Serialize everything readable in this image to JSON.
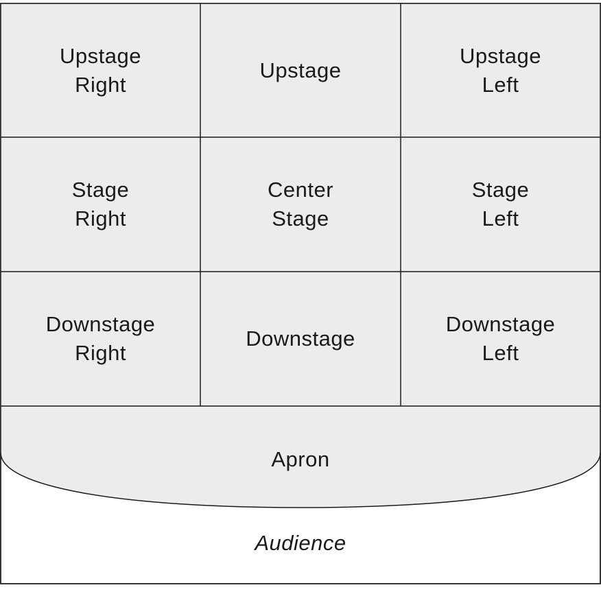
{
  "diagram": {
    "background_color": "#ffffff",
    "fill_color": "#ececec",
    "line_color": "#1a1a1a",
    "grid": [
      [
        {
          "line1": "Upstage",
          "line2": "Right"
        },
        {
          "line1": "Upstage",
          "line2": ""
        },
        {
          "line1": "Upstage",
          "line2": "Left"
        }
      ],
      [
        {
          "line1": "Stage",
          "line2": "Right"
        },
        {
          "line1": "Center",
          "line2": "Stage"
        },
        {
          "line1": "Stage",
          "line2": "Left"
        }
      ],
      [
        {
          "line1": "Downstage",
          "line2": "Right"
        },
        {
          "line1": "Downstage",
          "line2": ""
        },
        {
          "line1": "Downstage",
          "line2": "Left"
        }
      ]
    ],
    "apron_label": "Apron",
    "audience_label": "Audience"
  }
}
